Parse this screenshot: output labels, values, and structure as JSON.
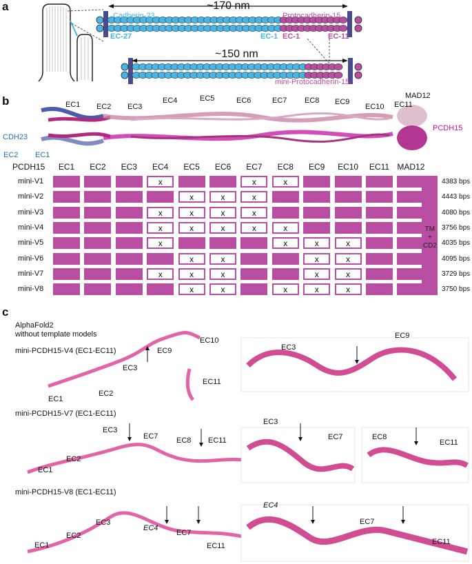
{
  "panels": {
    "a": "a",
    "b": "b",
    "c": "c"
  },
  "panel_a": {
    "length_full": "~170 nm",
    "length_mini": "~150 nm",
    "cdh23_label": "Cadherin-23",
    "pcdh15_label": "Protocadherin-15",
    "mini_label": "mini-Protocadherin-15",
    "ec27": "EC-27",
    "cdh_ec1": "EC-1",
    "pcdh_ec1": "EC-1",
    "ec11": "EC-11",
    "colors": {
      "cdh23": "#45b6e6",
      "pcdh15": "#b94da1",
      "membrane": "#4a4a8c"
    }
  },
  "panel_b": {
    "domain_labels": [
      "EC1",
      "EC2",
      "EC3",
      "EC4",
      "EC5",
      "EC6",
      "EC7",
      "EC8",
      "EC9",
      "EC10",
      "EC11",
      "MAD12"
    ],
    "cdh23": "CDH23",
    "cdh_ec2": "EC2",
    "cdh_ec1": "EC1",
    "pcdh15": "PCDH15"
  },
  "table": {
    "corner": "PCDH15",
    "columns": [
      "EC1",
      "EC2",
      "EC3",
      "EC4",
      "EC5",
      "EC6",
      "EC7",
      "EC8",
      "EC9",
      "EC10",
      "EC11",
      "MAD12"
    ],
    "removed_mark": "x",
    "tm_label": "TM\n+\nCD2",
    "rows": [
      {
        "name": "mini-V1",
        "bps": "4383 bps",
        "removed": [
          4,
          7,
          8
        ]
      },
      {
        "name": "mini-V2",
        "bps": "4443 bps",
        "removed": [
          5,
          6,
          7
        ]
      },
      {
        "name": "mini-V3",
        "bps": "4080 bps",
        "removed": [
          4,
          5,
          6,
          7
        ]
      },
      {
        "name": "mini-V4",
        "bps": "3756 bps",
        "removed": [
          4,
          5,
          6,
          7,
          8
        ]
      },
      {
        "name": "mini-V5",
        "bps": "4035 bps",
        "removed": [
          4,
          8,
          9,
          10
        ]
      },
      {
        "name": "mini-V6",
        "bps": "4095 bps",
        "removed": [
          5,
          6,
          9,
          10
        ]
      },
      {
        "name": "mini-V7",
        "bps": "3729 bps",
        "removed": [
          4,
          5,
          6,
          9,
          10
        ]
      },
      {
        "name": "mini-V8",
        "bps": "3750 bps",
        "removed": [
          5,
          6,
          8,
          9,
          10
        ]
      }
    ]
  },
  "panel_c": {
    "method": "AlphaFold2\nwithout template models",
    "v4": {
      "title": "mini-PCDH15-V4 (EC1-EC11)",
      "labels": [
        "EC1",
        "EC2",
        "EC3",
        "EC9",
        "EC10",
        "EC11"
      ],
      "zoom": [
        "EC3",
        "EC9"
      ]
    },
    "v7": {
      "title": "mini-PCDH15-V7 (EC1-EC11)",
      "labels": [
        "EC1",
        "EC2",
        "EC3",
        "EC7",
        "EC8",
        "EC11"
      ],
      "zoom1": [
        "EC3",
        "EC7"
      ],
      "zoom2": [
        "EC8",
        "EC11"
      ]
    },
    "v8": {
      "title": "mini-PCDH15-V8 (EC1-EC11)",
      "labels": [
        "EC1",
        "EC2",
        "EC3",
        "EC4",
        "EC7",
        "EC11"
      ],
      "zoom": [
        "EC4",
        "EC7",
        "EC11"
      ]
    }
  }
}
